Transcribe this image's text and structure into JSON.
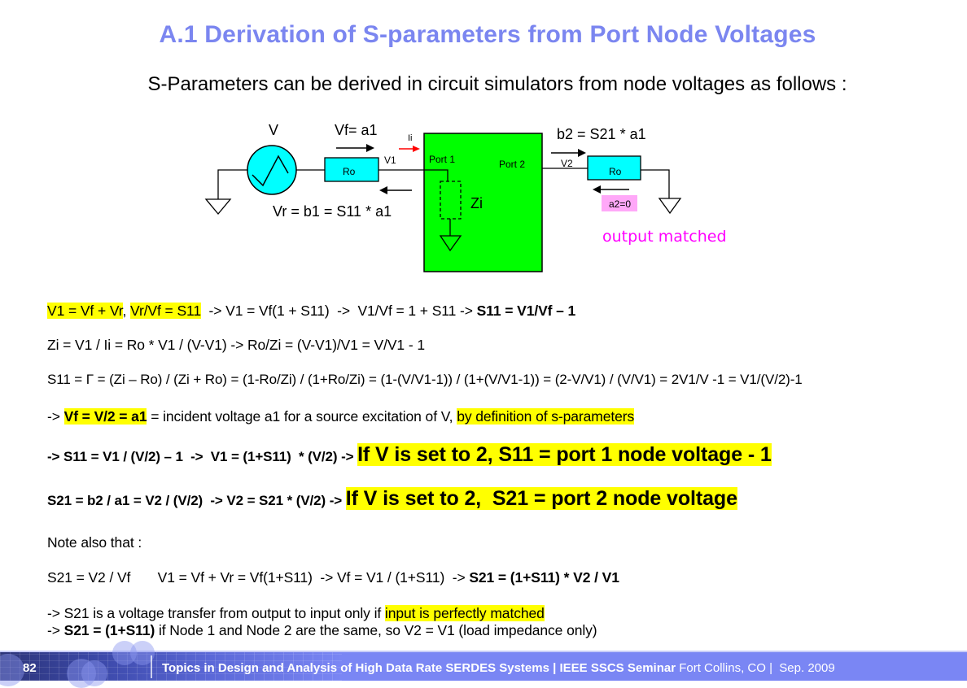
{
  "slide": {
    "title": "A.1 Derivation of S-parameters from Port Node Voltages",
    "subtitle": "S-Parameters can be derived in circuit simulators from node voltages as follows :",
    "colors": {
      "title": "#7b86f0",
      "highlight": "#ffff00",
      "dut_box": "#00ff00",
      "resistor": "#00ffff",
      "source": "#00ffff",
      "current_arrow": "#ff0000",
      "output_matched": "#ff00ff",
      "a2_badge": "#ffa8f8"
    }
  },
  "diagram": {
    "source_label": "V",
    "forward_wave_label": "Vf= a1",
    "reflected_wave_label": "Vr = b1 = S11 * a1",
    "input_resistor_label": "Ro",
    "node1_label": "V1",
    "current_label": "Ii",
    "port1_label": "Port 1",
    "port2_label": "Port 2",
    "impedance_label": "Zi",
    "node2_label": "V2",
    "output_wave_label": "b2 = S21 * a1",
    "output_resistor_label": "Ro",
    "a2_label": "a2=0",
    "output_matched_label": "output matched"
  },
  "equations": {
    "line1": {
      "hl1": "V1 = Vf + Vr",
      "comma": ", ",
      "hl2": "Vr/Vf = S11",
      "rest": "  -> V1 = Vf(1 + S11)  ->  V1/Vf = 1 + S11 -> ",
      "bold": "S11 = V1/Vf – 1"
    },
    "line2": "Zi = V1 / Ii = Ro * V1 / (V-V1) -> Ro/Zi = (V-V1)/V1 = V/V1 - 1",
    "line3": "S11 = Γ = (Zi – Ro) / (Zi + Ro) = (1-Ro/Zi) / (1+Ro/Zi) = (1-(V/V1-1)) / (1+(V/V1-1)) = (2-V/V1) / (V/V1) = 2V1/V -1 = V1/(V/2)-1",
    "line4": {
      "prefix": "-> ",
      "hl_bold": "Vf = V/2 = a1",
      "middle": " = incident voltage a1 for a source excitation of V, ",
      "hl": "by definition of s-parameters"
    },
    "line5": {
      "bold": "-> S11 = V1 / (V/2) – 1  ->  V1 = (1+S11)  * (V/2) -> ",
      "hl_big": "If V is set to 2, S11 = port 1 node voltage - 1"
    },
    "line6": {
      "bold": "S21 = b2 / a1 = V2 / (V/2)  -> V2 = S21 * (V/2) -> ",
      "hl_big": "If V is set to 2,  S21 = port 2 node voltage"
    },
    "note": "Note also that :",
    "line7": {
      "plain": "S21 = V2 / Vf       V1 = Vf + Vr = Vf(1+S11)  -> Vf = V1 / (1+S11)  -> ",
      "bold": "S21 = (1+S11) * V2 / V1"
    },
    "line8": {
      "plain": "-> S21 is a voltage transfer from output to input only if ",
      "hl": "input is perfectly matched"
    },
    "line9": {
      "prefix": "-> ",
      "bold": "S21 = (1+S11)",
      "rest": " if Node 1 and Node 2 are the same, so V2 = V1 (load impedance only)"
    }
  },
  "footer": {
    "page_number": "82",
    "title_bold": "Topics in Design and Analysis of High Data Rate SERDES Systems | IEEE SSCS Seminar",
    "location_date": " Fort Collins, CO |  Sep. 2009"
  }
}
